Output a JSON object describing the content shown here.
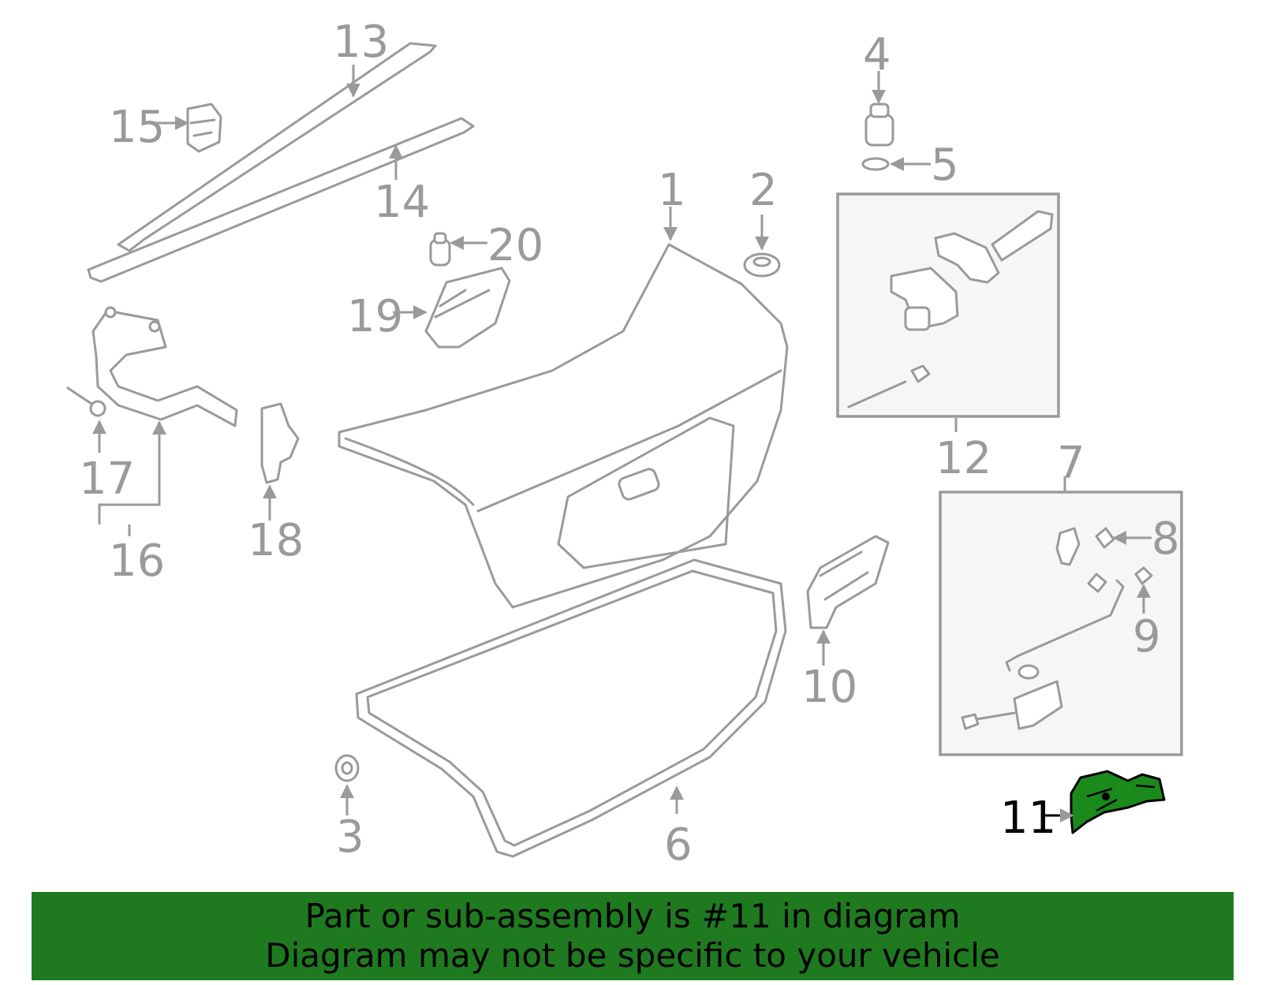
{
  "callouts": {
    "c1": "1",
    "c2": "2",
    "c3": "3",
    "c4": "4",
    "c5": "5",
    "c6": "6",
    "c7": "7",
    "c8": "8",
    "c9": "9",
    "c10": "10",
    "c11": "11",
    "c12": "12",
    "c13": "13",
    "c14": "14",
    "c15": "15",
    "c16": "16",
    "c17": "17",
    "c18": "18",
    "c19": "19",
    "c20": "20"
  },
  "highlighted_part": "11",
  "colors": {
    "line_art": "#9a9a9a",
    "highlight_fill": "#1a8a1a",
    "banner_bg": "#1f7a1f",
    "banner_text": "#000000"
  },
  "banner": {
    "line1": "Part or sub-assembly is #11 in diagram",
    "line2": "Diagram may not be specific to your vehicle"
  }
}
